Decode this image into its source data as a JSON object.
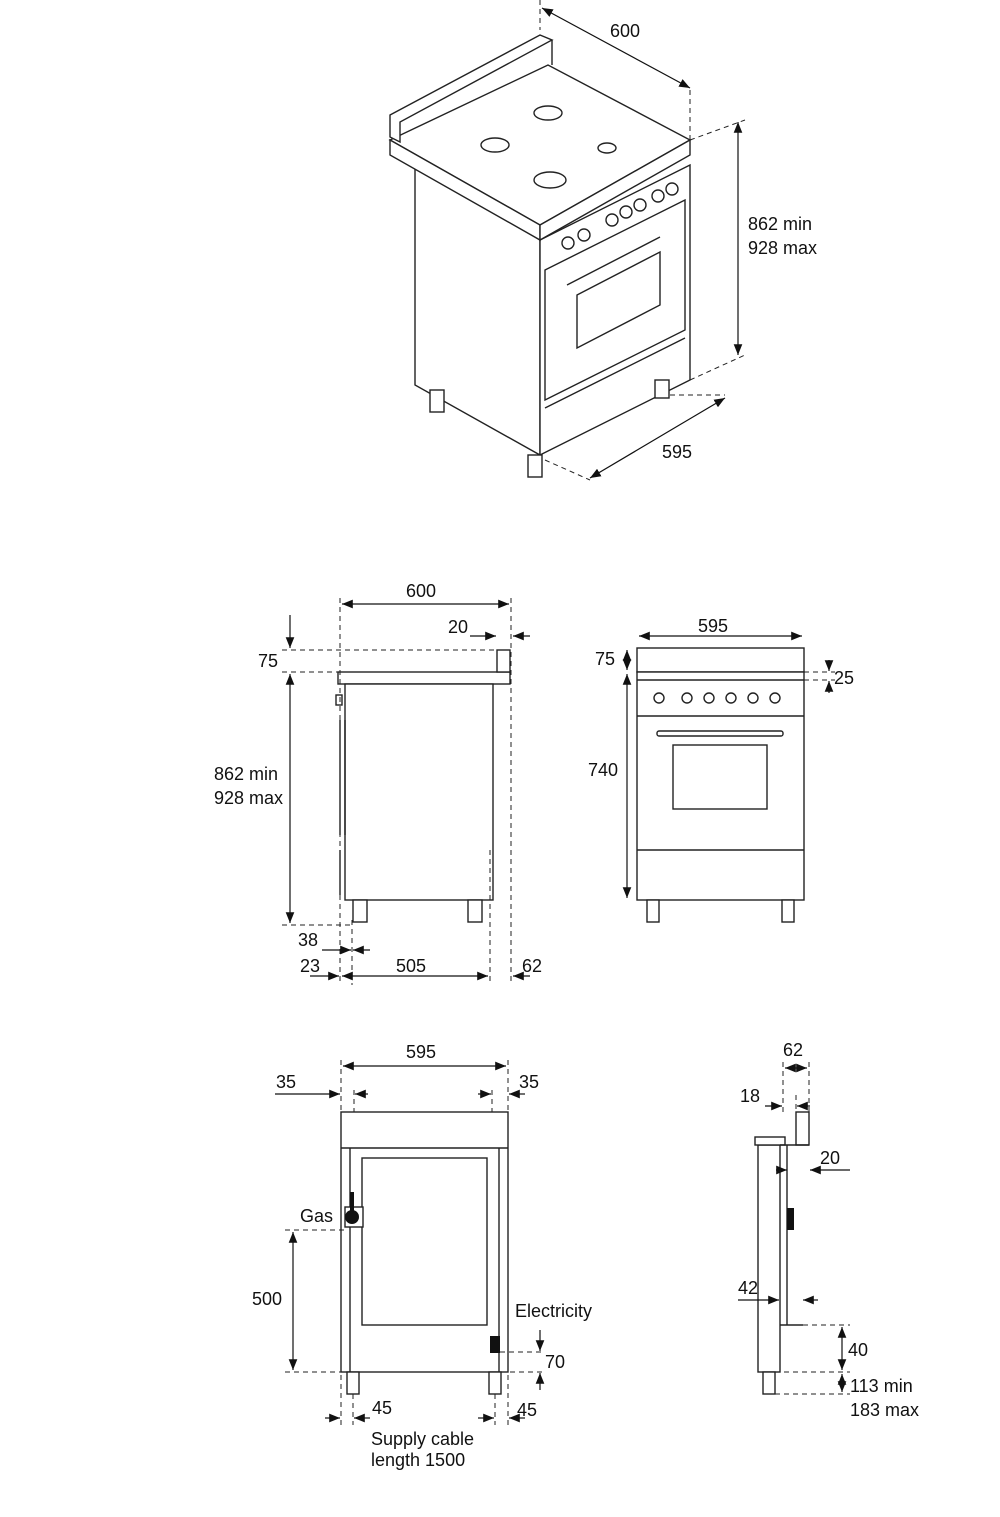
{
  "iso_view": {
    "width": "600",
    "height_min": "862 min",
    "height_max": "928 max",
    "depth": "595"
  },
  "side_view": {
    "width": "600",
    "backguard_depth": "20",
    "backguard_height": "75",
    "height_min": "862 min",
    "height_max": "928 max",
    "foot_offset_1": "38",
    "foot_offset_2": "23",
    "body_depth": "505",
    "rear_offset": "62"
  },
  "front_view": {
    "width": "595",
    "backguard_height": "75",
    "panel_offset": "25",
    "body_height": "740"
  },
  "rear_view": {
    "width": "595",
    "left_margin": "35",
    "right_margin": "35",
    "gas_label": "Gas",
    "gas_height": "500",
    "electricity_label": "Electricity",
    "electricity_height": "70",
    "left_foot": "45",
    "right_foot": "45",
    "cable_note_line1": "Supply cable",
    "cable_note_line2": "length 1500"
  },
  "side_detail": {
    "total_depth": "62",
    "backguard": "18",
    "offset_20": "20",
    "offset_42": "42",
    "height_40": "40",
    "foot_min": "113 min",
    "foot_max": "183 max"
  }
}
